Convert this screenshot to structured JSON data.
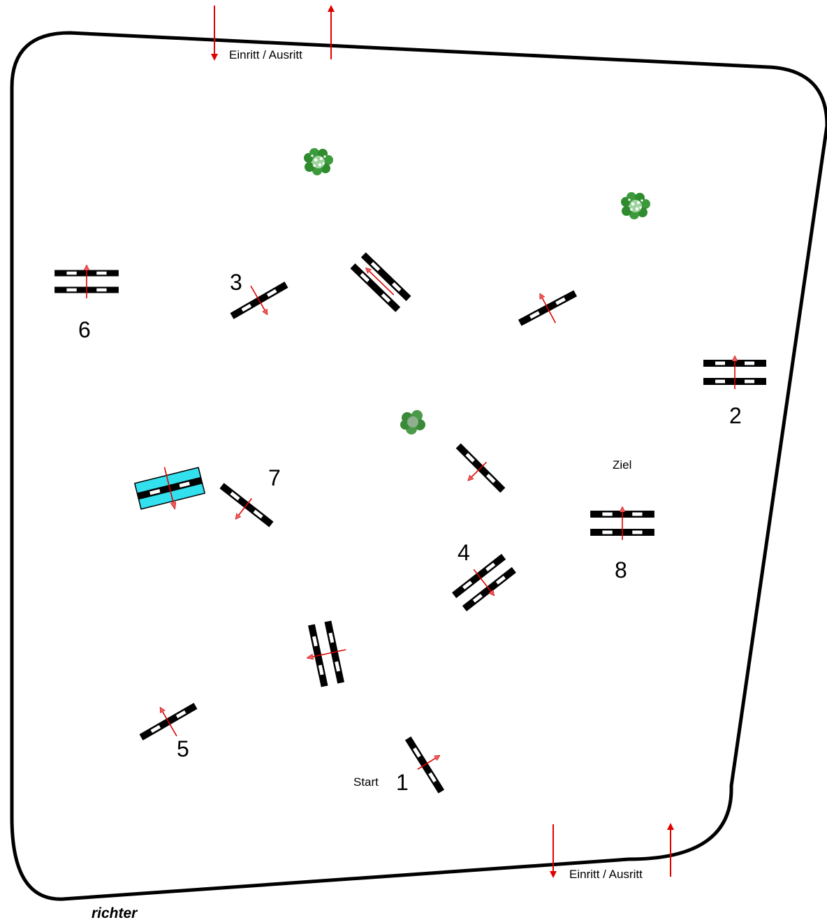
{
  "entrance_top": {
    "label": "Einritt / Ausritt"
  },
  "entrance_bottom": {
    "label": "Einritt / Ausritt"
  },
  "start_label": "Start",
  "finish_label": "Ziel",
  "judge_label": "richter",
  "obstacle_numbers": [
    "1",
    "2",
    "3",
    "4",
    "5",
    "6",
    "7",
    "8"
  ],
  "colors": {
    "arena_outline": "#000000",
    "direction_arrow": "#e00000",
    "water_obstacle": "#33e0ee",
    "bush": "#2e8b2e",
    "rail_dark": "#000000",
    "rail_light": "#ffffff"
  },
  "icons": [
    "arrow-in-icon",
    "arrow-out-icon",
    "bush-icon",
    "single-rail-jump-icon",
    "oxer-jump-icon",
    "water-jump-icon"
  ]
}
